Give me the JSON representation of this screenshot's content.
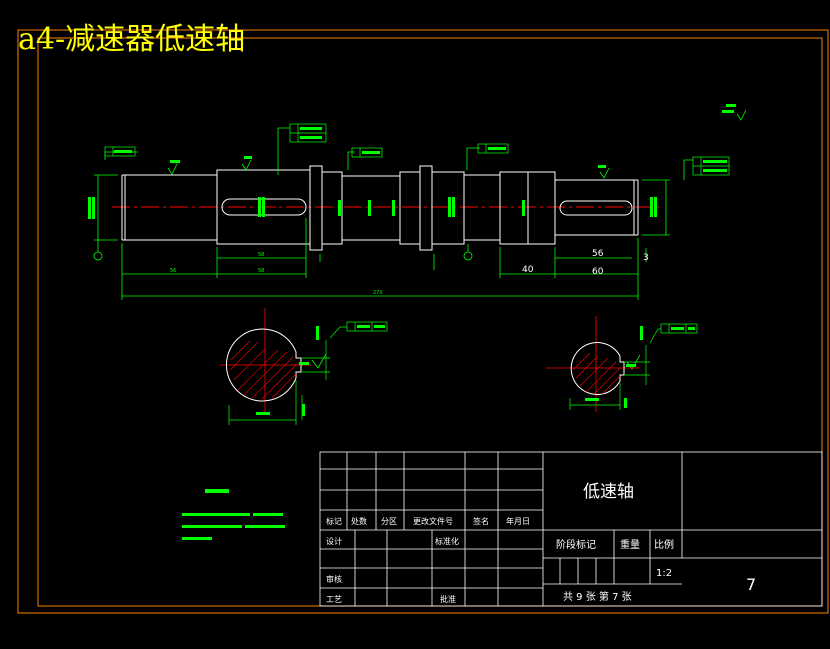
{
  "title": "a4-减速器低速轴",
  "drawing_name": "低速轴",
  "title_block": {
    "headers": [
      "标记",
      "处数",
      "分区",
      "更改文件号",
      "签名",
      "年月日"
    ],
    "design": "设计",
    "standardize": "标准化",
    "review": "审核",
    "process": "工艺",
    "approve": "批准",
    "stage_mark": "阶段标记",
    "weight": "重量",
    "scale_label": "比例",
    "scale_value": "1:2",
    "sheets": "共 9 张   第 7 张",
    "sheet_number": "7"
  },
  "dimensions": {
    "left_keyway": "56",
    "shoulder_left": "58",
    "section_left": "58",
    "section_right": "40",
    "right_keyway": "56",
    "right_end": "60",
    "right_gap": "3",
    "total": "270"
  },
  "colors": {
    "frame": "#ff7f00",
    "outline": "#ffffff",
    "dimension": "#00ff00",
    "centerline": "#ff0000",
    "annotation": "#00ff00",
    "title": "#ffff00"
  }
}
